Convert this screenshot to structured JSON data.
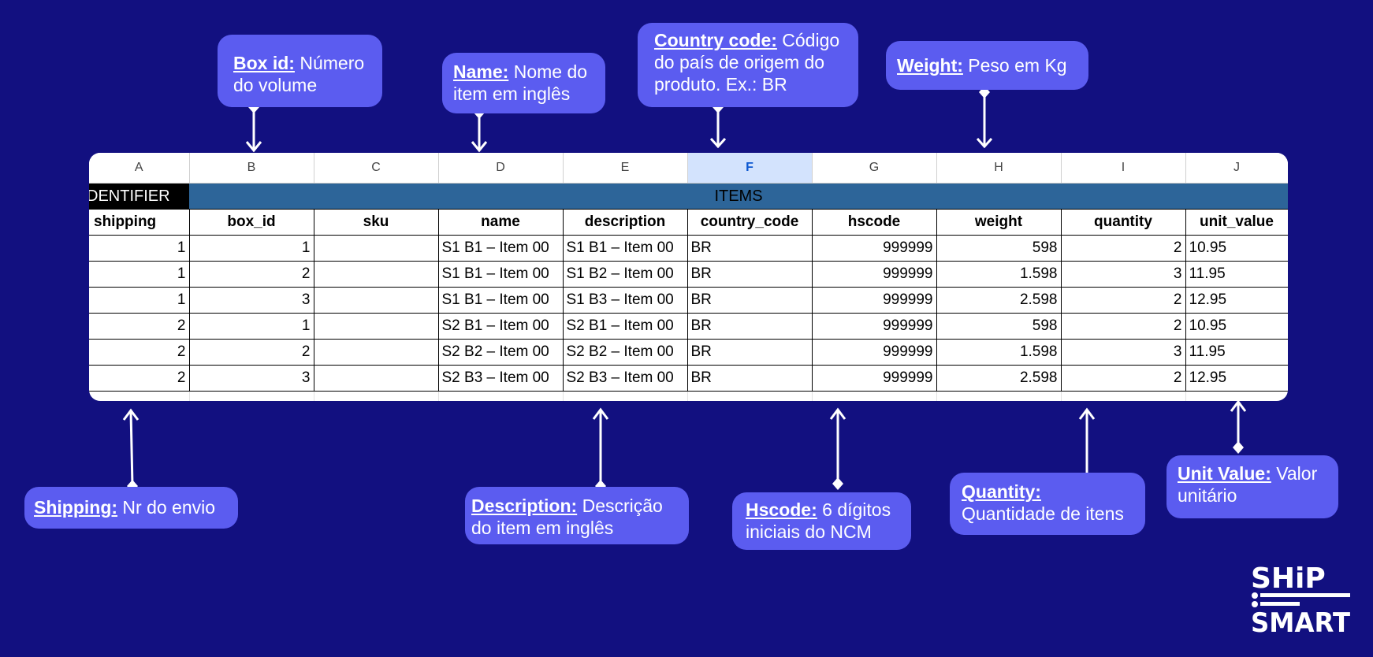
{
  "sheet": {
    "column_letters": [
      "A",
      "B",
      "C",
      "D",
      "E",
      "F",
      "G",
      "H",
      "I",
      "J"
    ],
    "selected_column": "F",
    "group_row": {
      "identifier": "DENTIFIER",
      "items": "ITEMS"
    },
    "fields": [
      "shipping",
      "box_id",
      "sku",
      "name",
      "description",
      "country_code",
      "hscode",
      "weight",
      "quantity",
      "unit_value"
    ],
    "rows": [
      {
        "shipping": "1",
        "box_id": "1",
        "sku": "",
        "name": "S1 B1 – Item 00",
        "description": "S1 B1 – Item 00",
        "country_code": "BR",
        "hscode": "999999",
        "weight": "598",
        "quantity": "2",
        "unit_value": "10.95"
      },
      {
        "shipping": "1",
        "box_id": "2",
        "sku": "",
        "name": "S1 B1 – Item 00",
        "description": "S1 B2 – Item 00",
        "country_code": "BR",
        "hscode": "999999",
        "weight": "1.598",
        "quantity": "3",
        "unit_value": "11.95"
      },
      {
        "shipping": "1",
        "box_id": "3",
        "sku": "",
        "name": "S1 B1 – Item 00",
        "description": "S1 B3 – Item 00",
        "country_code": "BR",
        "hscode": "999999",
        "weight": "2.598",
        "quantity": "2",
        "unit_value": "12.95"
      },
      {
        "shipping": "2",
        "box_id": "1",
        "sku": "",
        "name": "S2 B1 – Item 00",
        "description": "S2 B1 – Item 00",
        "country_code": "BR",
        "hscode": "999999",
        "weight": "598",
        "quantity": "2",
        "unit_value": "10.95"
      },
      {
        "shipping": "2",
        "box_id": "2",
        "sku": "",
        "name": "S2 B2 – Item 00",
        "description": "S2 B2 – Item 00",
        "country_code": "BR",
        "hscode": "999999",
        "weight": "1.598",
        "quantity": "3",
        "unit_value": "11.95"
      },
      {
        "shipping": "2",
        "box_id": "3",
        "sku": "",
        "name": "S2 B3 – Item 00",
        "description": "S2 B3 – Item 00",
        "country_code": "BR",
        "hscode": "999999",
        "weight": "2.598",
        "quantity": "2",
        "unit_value": "12.95"
      }
    ]
  },
  "callouts": {
    "box_id": {
      "term": "Box id:",
      "text": " Número do volume"
    },
    "name": {
      "term": "Name:",
      "text": " Nome do item em inglês"
    },
    "country_code": {
      "term": "Country code:",
      "text": " Código do país de origem do produto. Ex.: BR"
    },
    "weight": {
      "term": "Weight:",
      "text": " Peso em Kg"
    },
    "shipping": {
      "term": "Shipping:",
      "text": " Nr do envio"
    },
    "description": {
      "term": "Description:",
      "text": " Descrição do item em inglês"
    },
    "hscode": {
      "term": "Hscode:",
      "text": " 6 dígitos iniciais do NCM"
    },
    "quantity": {
      "term": "Quantity:",
      "text": " Quantidade de itens"
    },
    "unit_value": {
      "term": "Unit Value:",
      "text": " Valor unitário"
    }
  },
  "logo": {
    "line1": "SHiP",
    "line2": "SMART"
  },
  "colors": {
    "background": "#121080",
    "callout": "#5b5cf0",
    "group_items": "#2d6599",
    "selected_column": "#d3e3fd"
  }
}
